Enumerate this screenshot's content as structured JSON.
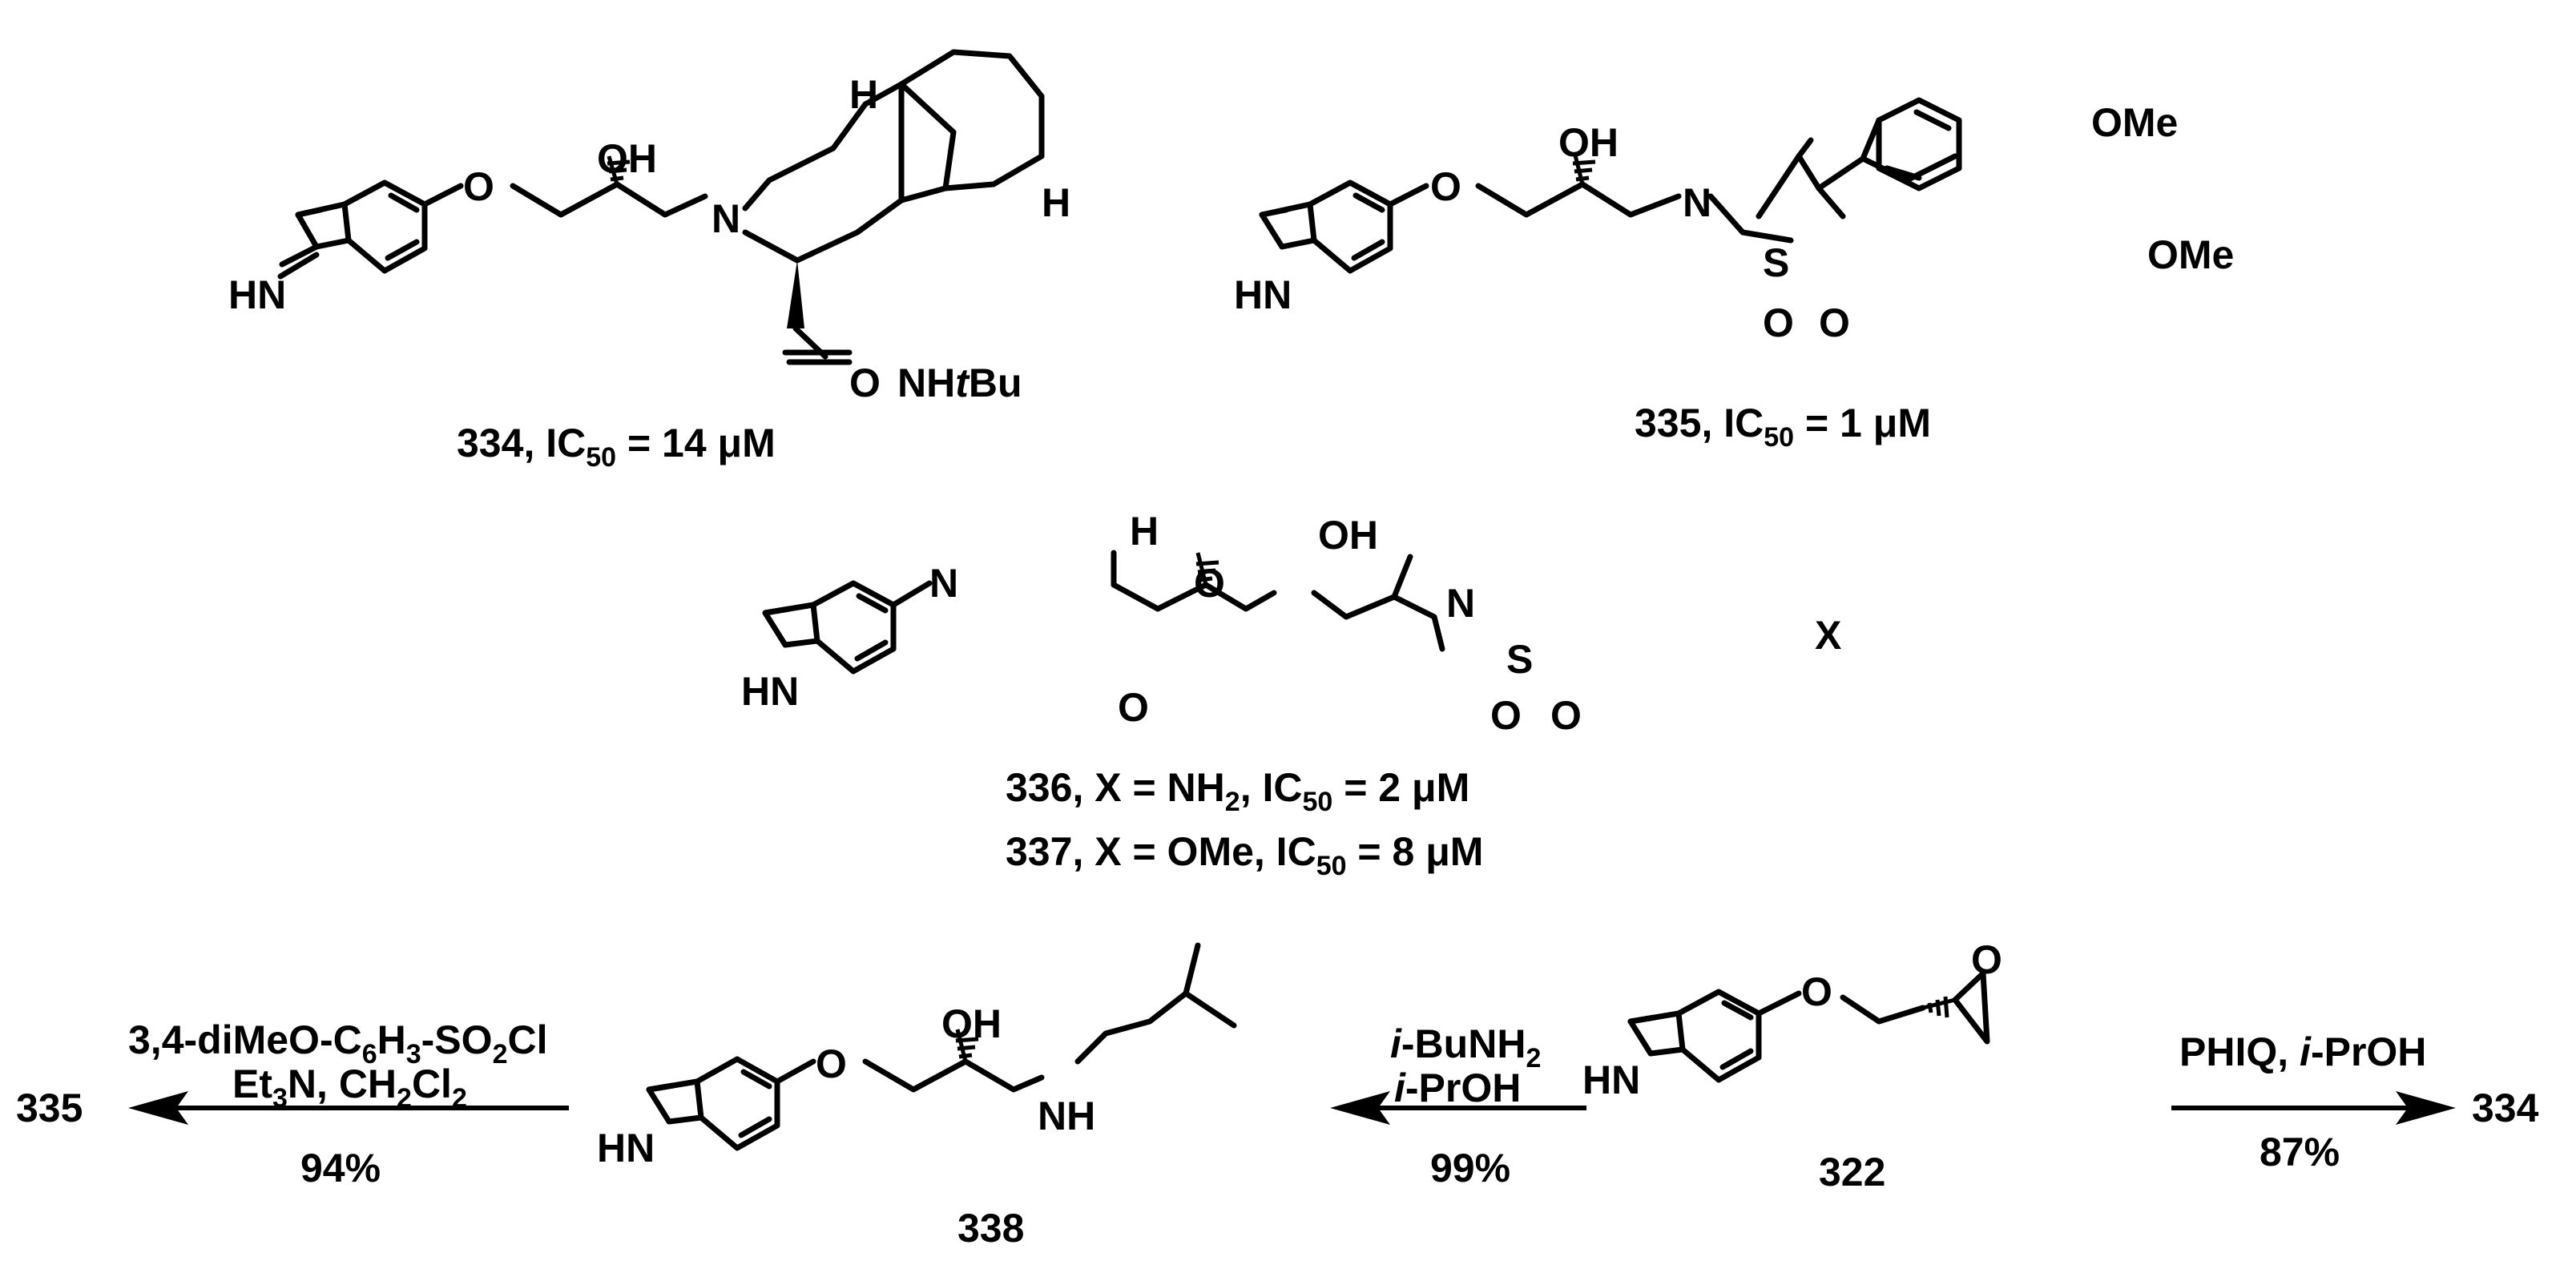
{
  "compounds": {
    "c334": {
      "number": "334",
      "ic50_label": ", IC",
      "ic50_sub": "50",
      "ic50_value": " = 14 μM",
      "atoms": {
        "oh": "OH",
        "o": "O",
        "n": "N",
        "hn": "HN",
        "h1": "H",
        "h2": "H",
        "o_amide": "O",
        "nh": "NH",
        "tbu_t": "t",
        "tbu_bu": "Bu"
      }
    },
    "c335": {
      "number": "335",
      "ic50_label": ", IC",
      "ic50_sub": "50",
      "ic50_value": " = 1 μM",
      "atoms": {
        "oh": "OH",
        "o": "O",
        "n": "N",
        "hn": "HN",
        "s": "S",
        "o1": "O",
        "o2": "O",
        "ome1": "OMe",
        "ome2": "OMe"
      }
    },
    "c336_337": {
      "line1_number": "336",
      "line1_x": ", X = NH",
      "line1_x_sub": "2",
      "line1_ic50": ", IC",
      "line1_ic50_sub": "50",
      "line1_value": " = 2 μM",
      "line2_number": "337",
      "line2_x": ", X = OMe, IC",
      "line2_ic50_sub": "50",
      "line2_value": " = 8 μM",
      "atoms": {
        "h": "H",
        "n_carb": "N",
        "o_ester": "O",
        "o_carbonyl": "O",
        "oh": "OH",
        "n": "N",
        "hn": "HN",
        "s": "S",
        "o1": "O",
        "o2": "O",
        "x": "X"
      }
    },
    "c338": {
      "number": "338",
      "atoms": {
        "oh": "OH",
        "o": "O",
        "nh": "NH",
        "hn": "HN"
      }
    },
    "c322": {
      "number": "322",
      "atoms": {
        "o": "O",
        "o_epox": "O",
        "hn": "HN"
      }
    }
  },
  "reactions": [
    {
      "id": "r1",
      "reagent_line1_a": "3,4-diMeO-C",
      "reagent_line1_sub1": "6",
      "reagent_line1_b": "H",
      "reagent_line1_sub2": "3",
      "reagent_line1_c": "-SO",
      "reagent_line1_sub3": "2",
      "reagent_line1_d": "Cl",
      "reagent_line2_a": "Et",
      "reagent_line2_sub1": "3",
      "reagent_line2_b": "N, CH",
      "reagent_line2_sub2": "2",
      "reagent_line2_c": "Cl",
      "reagent_line2_sub3": "2",
      "yield": "94%",
      "product": "335"
    },
    {
      "id": "r2",
      "reagent_line1_italic": "i",
      "reagent_line1_rest": "-BuNH",
      "reagent_line1_sub": "2",
      "reagent_line2_italic": "i",
      "reagent_line2_rest": "-PrOH",
      "yield": "99%"
    },
    {
      "id": "r3",
      "reagent_a": "PHIQ, ",
      "reagent_italic": "i",
      "reagent_b": "-PrOH",
      "yield": "87%",
      "product": "334"
    }
  ]
}
